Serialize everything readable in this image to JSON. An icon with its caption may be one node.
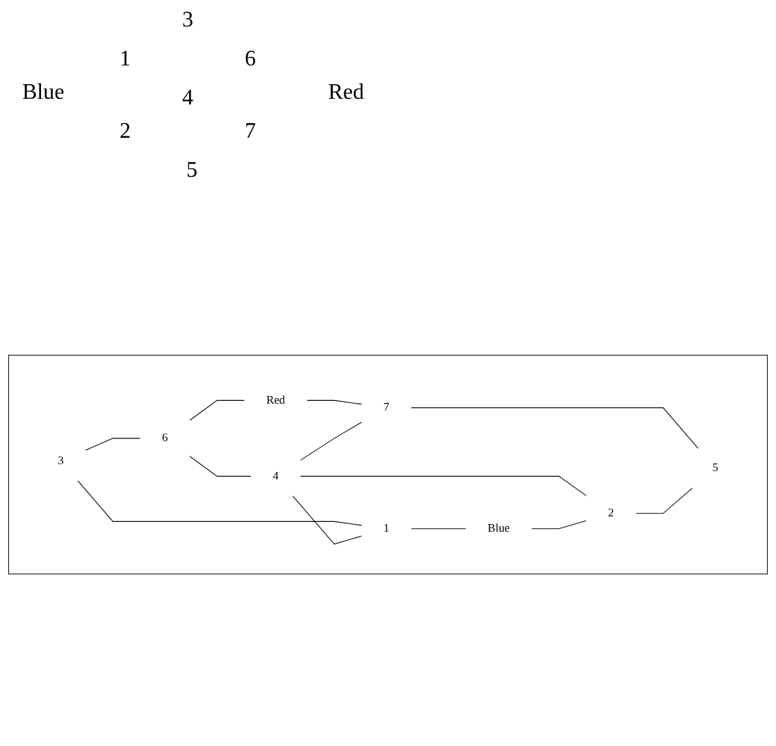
{
  "diagram": {
    "nodes": [
      {
        "text": [],
        "shape": "box"
      },
      {
        "text": [
          "Red"
        ],
        "in": 0
      },
      {
        "text": [
          "6"
        ],
        "in": 0
      },
      {
        "text": [
          "3"
        ],
        "in": 0
      },
      {
        "text": [
          "4"
        ],
        "in": 0
      },
      {
        "text": [
          "7"
        ],
        "in": 0
      },
      {
        "text": [
          "1"
        ],
        "in": 0
      },
      {
        "text": [
          "Blue"
        ],
        "in": 0
      },
      {
        "text": [
          "5"
        ],
        "in": 0
      },
      {
        "text": [
          "2"
        ],
        "in": 0
      }
    ],
    "edges": [
      {
        "from": 3,
        "to": 2,
        "arrow": "none"
      },
      {
        "from": 2,
        "to": 1,
        "arrow": "none"
      },
      {
        "from": 3,
        "to": 6,
        "arrow": "none"
      },
      {
        "from": 2,
        "to": 4,
        "arrow": "none"
      },
      {
        "from": 1,
        "to": 5,
        "arrow": "none"
      },
      {
        "from": 4,
        "to": 6,
        "arrow": "none"
      },
      {
        "from": 4,
        "to": 5,
        "arrow": "none"
      },
      {
        "from": 4,
        "to": 9,
        "arrow": "none"
      },
      {
        "from": 5,
        "to": 8,
        "arrow": "none"
      },
      {
        "from": 6,
        "to": 7,
        "arrow": "none"
      },
      {
        "from": 7,
        "to": 9,
        "arrow": "none"
      },
      {
        "from": 9,
        "to": 8,
        "arrow": "none"
      }
    ],
    "labels": [
      "3",
      "1",
      "6",
      "Blue",
      "4",
      "Red",
      "2",
      "7",
      "5"
    ]
  }
}
